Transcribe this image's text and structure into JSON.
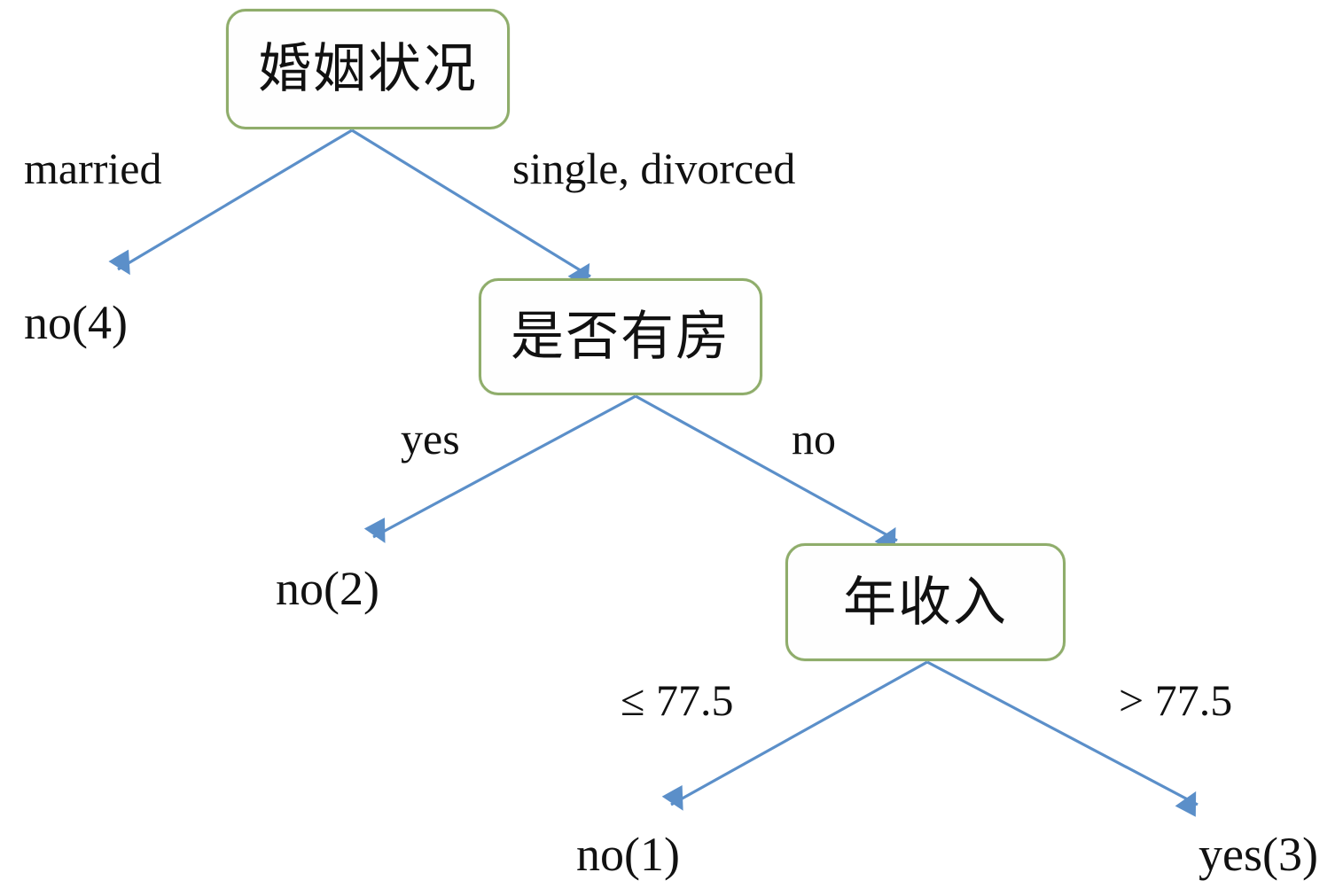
{
  "diagram": {
    "type": "decision-tree",
    "title": "",
    "background_color": "#ffffff",
    "node_border_color": "#8fad6b",
    "node_fill_color": "#fefefe",
    "edge_color": "#5b8fc9",
    "text_color": "#111111"
  },
  "nodes": [
    {
      "id": "marital",
      "label": "婚姻状况",
      "kind": "decision"
    },
    {
      "id": "house",
      "label": "是否有房",
      "kind": "decision"
    },
    {
      "id": "income",
      "label": "年收入",
      "kind": "decision"
    }
  ],
  "leaves": [
    {
      "id": "leaf_no4",
      "label": "no(4)"
    },
    {
      "id": "leaf_no2",
      "label": "no(2)"
    },
    {
      "id": "leaf_no1",
      "label": "no(1)"
    },
    {
      "id": "leaf_yes3",
      "label": "yes(3)"
    }
  ],
  "edges": [
    {
      "from": "marital",
      "to": "leaf_no4",
      "label": "married"
    },
    {
      "from": "marital",
      "to": "house",
      "label": "single, divorced"
    },
    {
      "from": "house",
      "to": "leaf_no2",
      "label": "yes"
    },
    {
      "from": "house",
      "to": "income",
      "label": "no"
    },
    {
      "from": "income",
      "to": "leaf_no1",
      "label": "≤ 77.5"
    },
    {
      "from": "income",
      "to": "leaf_yes3",
      "label": "> 77.5"
    }
  ]
}
